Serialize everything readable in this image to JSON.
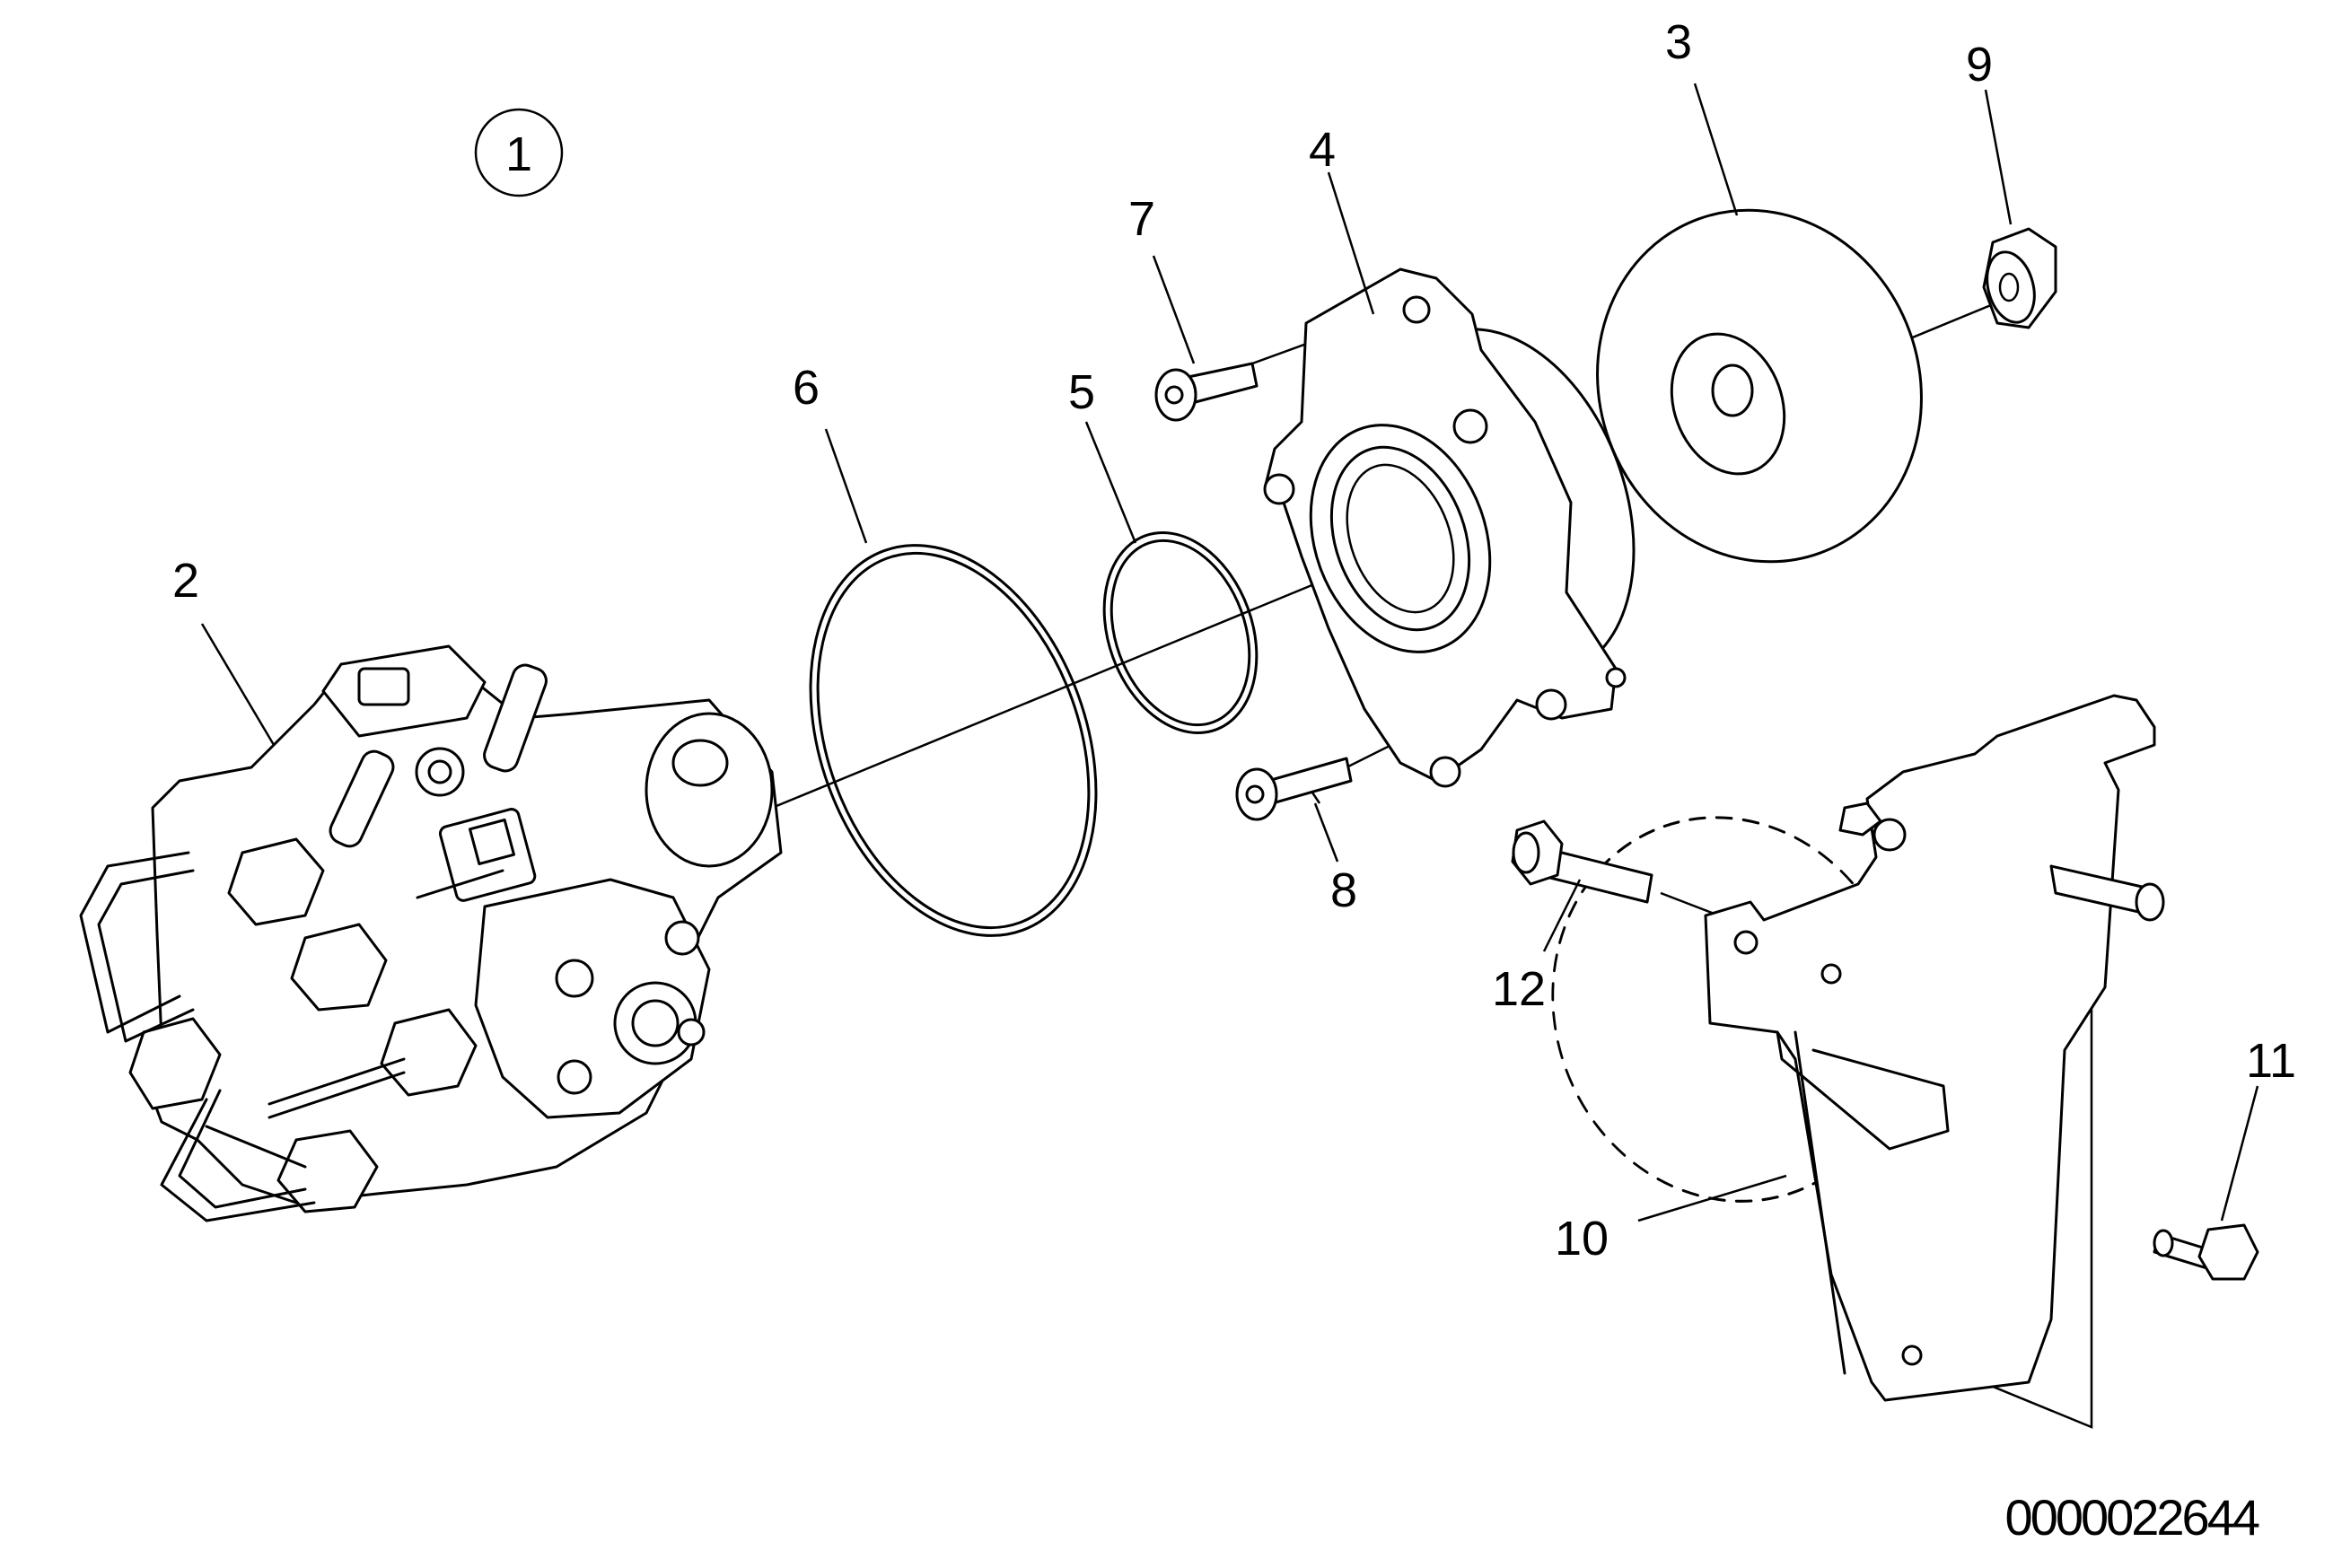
{
  "diagram": {
    "view_number": "1",
    "reference_number": "0000022644",
    "callouts": [
      {
        "id": "2",
        "label": "2"
      },
      {
        "id": "3",
        "label": "3"
      },
      {
        "id": "4",
        "label": "4"
      },
      {
        "id": "5",
        "label": "5"
      },
      {
        "id": "6",
        "label": "6"
      },
      {
        "id": "7",
        "label": "7"
      },
      {
        "id": "8",
        "label": "8"
      },
      {
        "id": "9",
        "label": "9"
      },
      {
        "id": "10",
        "label": "10"
      },
      {
        "id": "11",
        "label": "11"
      },
      {
        "id": "12",
        "label": "12"
      }
    ]
  }
}
